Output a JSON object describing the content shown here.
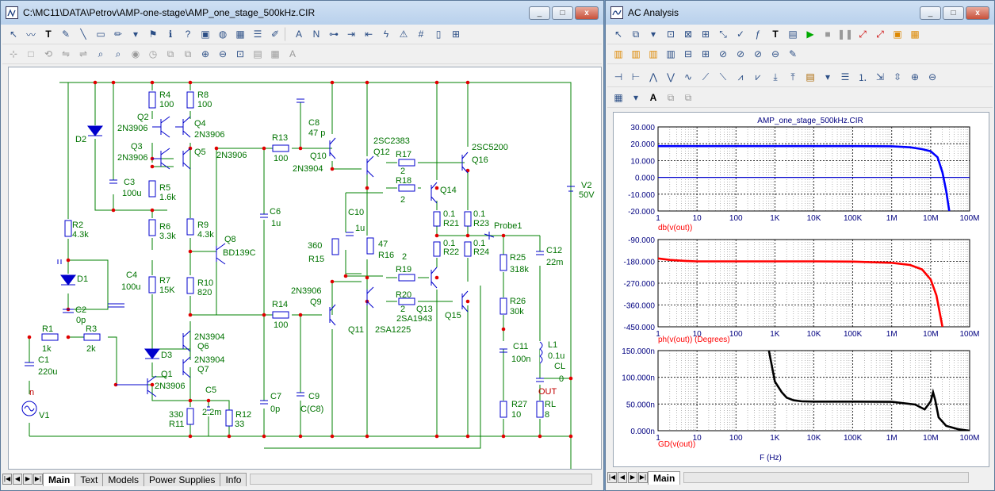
{
  "schematic_window": {
    "title": "C:\\MC11\\DATA\\Petrov\\AMP-one-stage\\AMP_one_stage_500kHz.CIR",
    "window_buttons": [
      "_",
      "□",
      "x"
    ],
    "tabs": [
      "Main",
      "Text",
      "Models",
      "Power Supplies",
      "Info"
    ],
    "active_tab": "Main"
  },
  "ac_window": {
    "title": "AC Analysis",
    "window_buttons": [
      "_",
      "□",
      "x"
    ],
    "tabs": [
      "Main"
    ],
    "active_tab": "Main"
  },
  "schematic": {
    "components": {
      "R4": "R4",
      "R4v": "100",
      "R8": "R8",
      "R8v": "100",
      "Q2": "Q2",
      "Q2m": "2N3906",
      "Q4": "Q4",
      "Q4m": "2N3906",
      "Q3": "Q3",
      "Q3m": "2N3906",
      "Q5": "Q5",
      "Q5m": "2N3906",
      "D2": "D2",
      "C3": "C3",
      "C3v": "100u",
      "R5": "R5",
      "R5v": "1.6k",
      "R6": "R6",
      "R6v": "3.3k",
      "R2": "R2",
      "R2v": "4.3k",
      "R9": "R9",
      "R9v": "4.3k",
      "Q8": "Q8",
      "Q8m": "BD139C",
      "D1": "D1",
      "C4": "C4",
      "C4v": "100u",
      "R7": "R7",
      "R7v": "15K",
      "R10": "R10",
      "R10v": "820",
      "C2": "C2",
      "C2v": "0p",
      "R1": "R1",
      "R1v": "1k",
      "R3": "R3",
      "R3v": "2k",
      "C1": "C1",
      "C1v": "220u",
      "V1": "V1",
      "D3": "D3",
      "Q6": "Q6",
      "Q6m": "2N3904",
      "Q7": "Q7",
      "Q7m": "2N3904",
      "Q1": "Q1",
      "Q1m": "2N3906",
      "C5": "C5",
      "C5v": "2.2m",
      "R11": "R11",
      "R11v": "330",
      "R12": "R12",
      "R12v": "33",
      "C6": "C6",
      "C6v": "1u",
      "C7": "C7",
      "C7v": "0p",
      "C8": "C8",
      "C8v": "47 p",
      "R13": "R13",
      "R13v": "100",
      "Q10": "Q10",
      "Q10m": "2N3904",
      "R14": "R14",
      "R14v": "100",
      "Q9": "Q9",
      "Q9m": "2N3906",
      "C9": "C9",
      "C9v": "C(C8)",
      "C10": "C10",
      "C10v": "1u",
      "R15": "R15",
      "R15v": "360",
      "R16": "R16",
      "R16v": "47",
      "Q11": "Q11",
      "Q12": "Q12",
      "Q12m": "2SC2383",
      "R17": "R17",
      "R17v": "2",
      "R18": "R18",
      "R18v": "2",
      "R19": "R19",
      "R19v": "2",
      "R20": "R20",
      "R20v": "2",
      "Q13": "Q13",
      "Q13m": "2SA1943",
      "Q11m": "2SA1225",
      "Q14": "Q14",
      "Q15": "Q15",
      "Q16": "Q16",
      "Q16m": "2SC5200",
      "R21": "R21",
      "R21v": "0.1",
      "R22": "R22",
      "R22v": "0.1",
      "R23": "R23",
      "R23v": "0.1",
      "R24": "R24",
      "R24v": "0.1",
      "Probe1": "Probe1",
      "R25": "R25",
      "R25v": "318k",
      "R26": "R26",
      "R26v": "30k",
      "C11": "C11",
      "C11v": "100n",
      "L1": "L1",
      "L1v": "0.1u",
      "C12": "C12",
      "C12v": "22m",
      "CL": "CL",
      "CLv": "0",
      "OUT": "OUT",
      "R27": "R27",
      "R27v": "10",
      "RL": "RL",
      "RLv": "8",
      "V2": "V2",
      "V2v": "50V",
      "node_n": "n"
    }
  },
  "ac_plot": {
    "circuit_title": "AMP_one_stage_500kHz.CIR",
    "x_axis_label": "F (Hz)",
    "x_ticks": [
      "1",
      "10",
      "100",
      "1K",
      "10K",
      "100K",
      "1M",
      "10M",
      "100M"
    ],
    "panels": [
      {
        "expr": "db(v(out))",
        "y_ticks": [
          "30.000",
          "20.000",
          "10.000",
          "0.000",
          "-10.000",
          "-20.000"
        ],
        "color": "#0000ff"
      },
      {
        "expr": "ph(v(out)) (Degrees)",
        "y_ticks": [
          "-90.000",
          "-180.000",
          "-270.000",
          "-360.000",
          "-450.000"
        ],
        "color": "#ff0000"
      },
      {
        "expr": "GD(v(out))",
        "y_ticks": [
          "150.000n",
          "100.000n",
          "50.000n",
          "0.000n"
        ],
        "color": "#000000"
      }
    ]
  },
  "chart_data": [
    {
      "type": "line",
      "title": "AMP_one_stage_500kHz.CIR",
      "xlabel": "db(v(out))",
      "ylabel": "",
      "x_scale": "log",
      "xlim": [
        1,
        100000000
      ],
      "ylim": [
        -20,
        30
      ],
      "series": [
        {
          "x": [
            1,
            10,
            100,
            1000,
            10000,
            100000,
            1000000,
            3000000,
            6000000,
            10000000,
            15000000,
            20000000,
            25000000,
            30000000
          ],
          "y": [
            18.6,
            18.6,
            18.6,
            18.6,
            18.6,
            18.6,
            18.5,
            17.9,
            16.8,
            15.5,
            12,
            3,
            -8,
            -20
          ]
        }
      ]
    },
    {
      "type": "line",
      "xlabel": "ph(v(out)) (Degrees)",
      "x_scale": "log",
      "xlim": [
        1,
        100000000
      ],
      "ylim": [
        -450,
        -90
      ],
      "series": [
        {
          "x": [
            1,
            2,
            5,
            10,
            100,
            1000,
            10000,
            100000,
            1000000,
            3000000,
            6000000,
            10000000,
            14000000,
            17000000,
            20000000
          ],
          "y": [
            -168,
            -174,
            -178,
            -180,
            -180,
            -180,
            -180,
            -181,
            -186,
            -195,
            -213,
            -255,
            -320,
            -390,
            -450
          ]
        }
      ]
    },
    {
      "type": "line",
      "xlabel": "GD(v(out))",
      "x_scale": "log",
      "xlim": [
        1,
        100000000
      ],
      "ylim": [
        0,
        150
      ],
      "y_unit": "ns",
      "series": [
        {
          "x": [
            700,
            1000,
            1500,
            2000,
            3000,
            5000,
            10000,
            100000,
            1000000,
            4000000,
            7000000,
            10000000,
            11500000,
            13000000,
            16000000,
            25000000,
            50000000,
            100000000
          ],
          "y": [
            150,
            92,
            72,
            62,
            57,
            55,
            54.5,
            54.5,
            54,
            49,
            40,
            55,
            72,
            58,
            25,
            9,
            3,
            0
          ]
        }
      ]
    }
  ]
}
